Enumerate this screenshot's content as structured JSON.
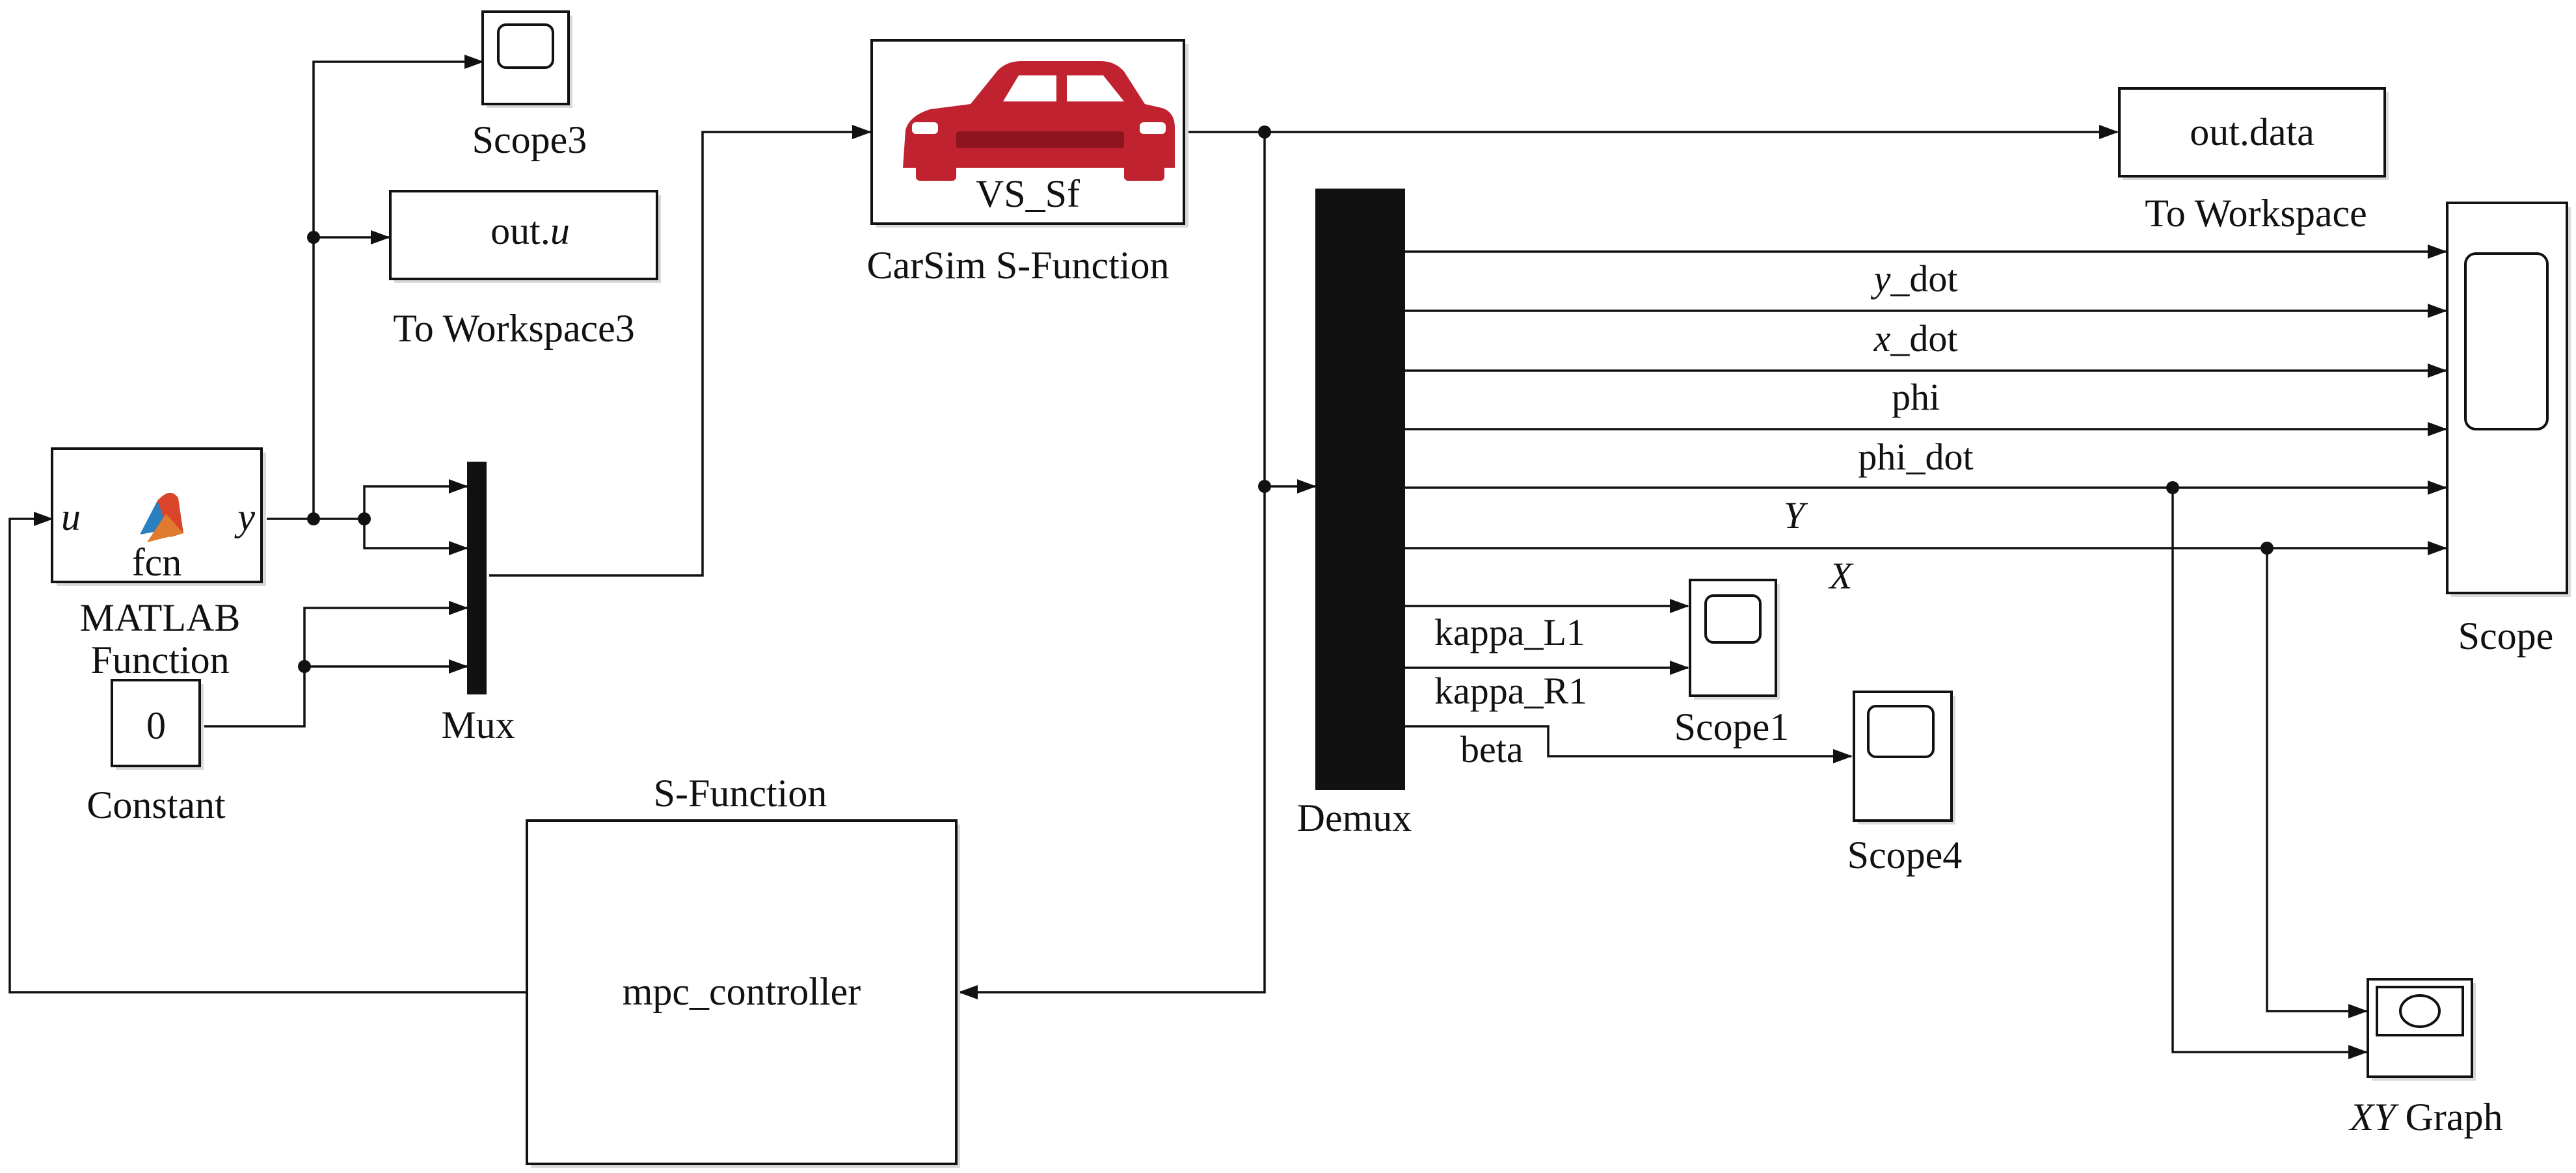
{
  "blocks": {
    "scope3": "Scope3",
    "to_workspace3_value_prefix": "out.",
    "to_workspace3_value_var": "u",
    "to_workspace3": "To Workspace3",
    "carsim_value": "VS_Sf",
    "carsim": "CarSim S-Function",
    "out_data_value": "out.data",
    "to_workspace": "To Workspace",
    "scope": "Scope",
    "matlab_fcn_in": "u",
    "matlab_fcn_out": "y",
    "matlab_fcn_value": "fcn",
    "matlab_function_line1": "MATLAB",
    "matlab_function_line2": "Function",
    "constant_value": "0",
    "constant": "Constant",
    "mux": "Mux",
    "s_function_title": "S-Function",
    "s_function_value": "mpc_controller",
    "demux": "Demux",
    "scope1": "Scope1",
    "scope4": "Scope4",
    "xy_graph_italic": "XY",
    "xy_graph_rest": " Graph"
  },
  "signals": {
    "y_dot_var": "y",
    "y_dot_rest": "_dot",
    "x_dot_var": "x",
    "x_dot_rest": "_dot",
    "phi": "phi",
    "phi_dot": "phi_dot",
    "Y": "Y",
    "X": "X",
    "kappa_L1": "kappa_L1",
    "kappa_R1": "kappa_R1",
    "beta": "beta"
  },
  "colors": {
    "line": "#111111",
    "car": "#c0232f",
    "block_shadow": "#d9d9d9",
    "matlab_logo_red": "#d9452b",
    "matlab_logo_blue": "#2a7fc1"
  }
}
